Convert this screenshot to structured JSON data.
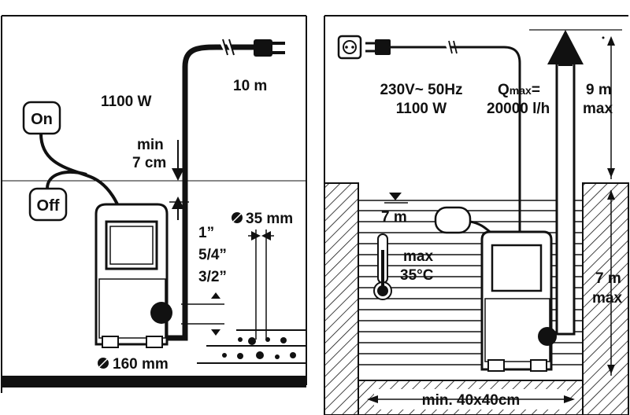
{
  "colors": {
    "ink": "#111111",
    "paper": "#ffffff"
  },
  "left_panel": {
    "switch_on": "On",
    "switch_off": "Off",
    "power": "1100 W",
    "cable_length": "10 m",
    "min_depth_line1": "min",
    "min_depth_line2": "7 cm",
    "particle_size": "35 mm",
    "outlet_size_1": "1”",
    "outlet_size_2": "5/4”",
    "outlet_size_3": "3/2”",
    "base_diameter": "160 mm"
  },
  "right_panel": {
    "voltage": "230V~ 50Hz",
    "power": "1100 W",
    "flow_line1_prefix": "Q",
    "flow_line1_sub": "max",
    "flow_line1_suffix": "=",
    "flow_line2": "20000 l/h",
    "head_height_1": "9 m",
    "head_height_2": "max",
    "water_level": "7 m",
    "temp_line1": "max",
    "temp_line2": "35°C",
    "depth_1": "7 m",
    "depth_2": "max",
    "pit_size": "min. 40x40cm"
  }
}
